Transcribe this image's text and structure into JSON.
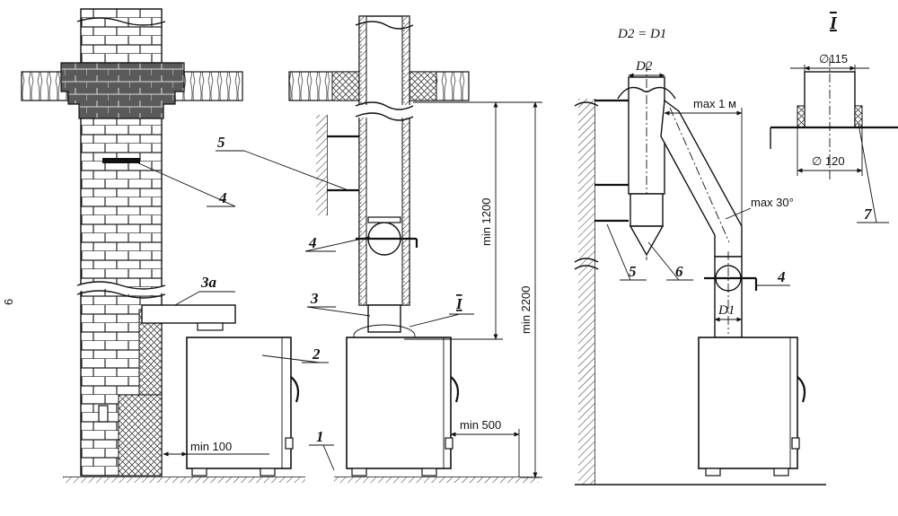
{
  "page_number": "6",
  "labels": {
    "l1": "1",
    "l2": "2",
    "l3a": "3а",
    "l4_left": "4",
    "l5_mid": "5",
    "l4_mid": "4",
    "l3_mid": "3",
    "lI_mid": "I",
    "l5_right": "5",
    "l6_right": "6",
    "l4_right": "4",
    "l7": "7",
    "lI_detail": "I"
  },
  "dimensions": {
    "min100": "min 100",
    "min500": "min 500",
    "min1200": "min 1200",
    "min2200": "min 2200",
    "max1m": "max 1 м",
    "max30": "max 30°",
    "d115": "∅115",
    "d120": "∅ 120"
  },
  "formula": {
    "text": "D2 = D1",
    "d2_label": "D2",
    "d1_label": "D1"
  },
  "colors": {
    "line": "#111111",
    "brick_dark": "#5a5a5a",
    "hatch": "#333333"
  }
}
